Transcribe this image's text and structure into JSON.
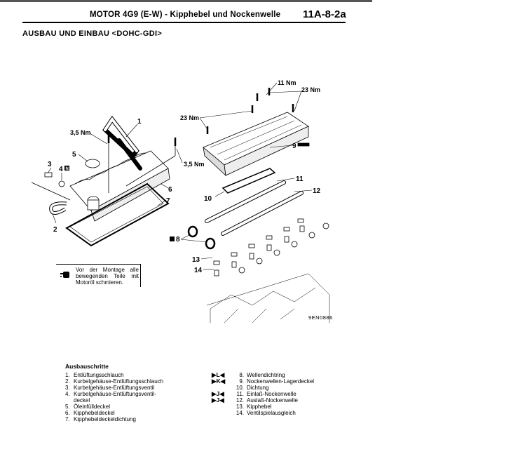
{
  "header": {
    "title": "MOTOR 4G9 (E-W)  -  Kipphebel und Nockenwelle",
    "page": "11A-8-2a",
    "section": "AUSBAU UND EINBAU <DOHC-GDI>"
  },
  "figure": {
    "code": "9EN0886",
    "labels": {
      "l1": "1",
      "l2": "2",
      "l3": "3",
      "l4": "4",
      "l5": "5",
      "l6": "6",
      "l7": "7",
      "l8": "8",
      "l9": "9",
      "l10": "10",
      "l11": "11",
      "l12": "12",
      "l13": "13",
      "l14": "14",
      "n": "N",
      "t35a": "3,5 Nm",
      "t35b": "3,5 Nm",
      "t11": "11 Nm",
      "t23a": "23 Nm",
      "t23b": "23 Nm"
    },
    "note": "Vor der Montage alle bewegenden Teile mit Motoröl schmieren."
  },
  "steps": {
    "heading": "Ausbauschritte",
    "left": [
      {
        "n": "1.",
        "t": "Entlüftungsschlauch"
      },
      {
        "n": "2.",
        "t": "Kurbelgehäuse-Entlüftungsschlauch"
      },
      {
        "n": "3.",
        "t": "Kurbelgehäuse-Entlüftungsventil"
      },
      {
        "n": "4.",
        "t": "Kurbelgehäuse-Entlüftungsventil-"
      },
      {
        "n": "",
        "t": "deckel"
      },
      {
        "n": "5.",
        "t": "Öleinfülldeckel"
      },
      {
        "n": "6.",
        "t": "Kipphebeldeckel"
      },
      {
        "n": "7.",
        "t": "Kipphebeldeckeldichtung"
      }
    ],
    "right": [
      {
        "m": "▶L◀",
        "n": "8.",
        "t": "Wellendichtring"
      },
      {
        "m": "▶K◀",
        "n": "9.",
        "t": "Nockenwellen-Lagerdeckel"
      },
      {
        "m": "",
        "n": "10.",
        "t": "Dichtung"
      },
      {
        "m": "▶J◀",
        "n": "11.",
        "t": "Einlaß-Nockenwelle"
      },
      {
        "m": "▶J◀",
        "n": "12.",
        "t": "Auslaß-Nockenwelle"
      },
      {
        "m": "",
        "n": "13.",
        "t": "Kipphebel"
      },
      {
        "m": "",
        "n": "14.",
        "t": "Ventilspielausgleich"
      }
    ]
  }
}
